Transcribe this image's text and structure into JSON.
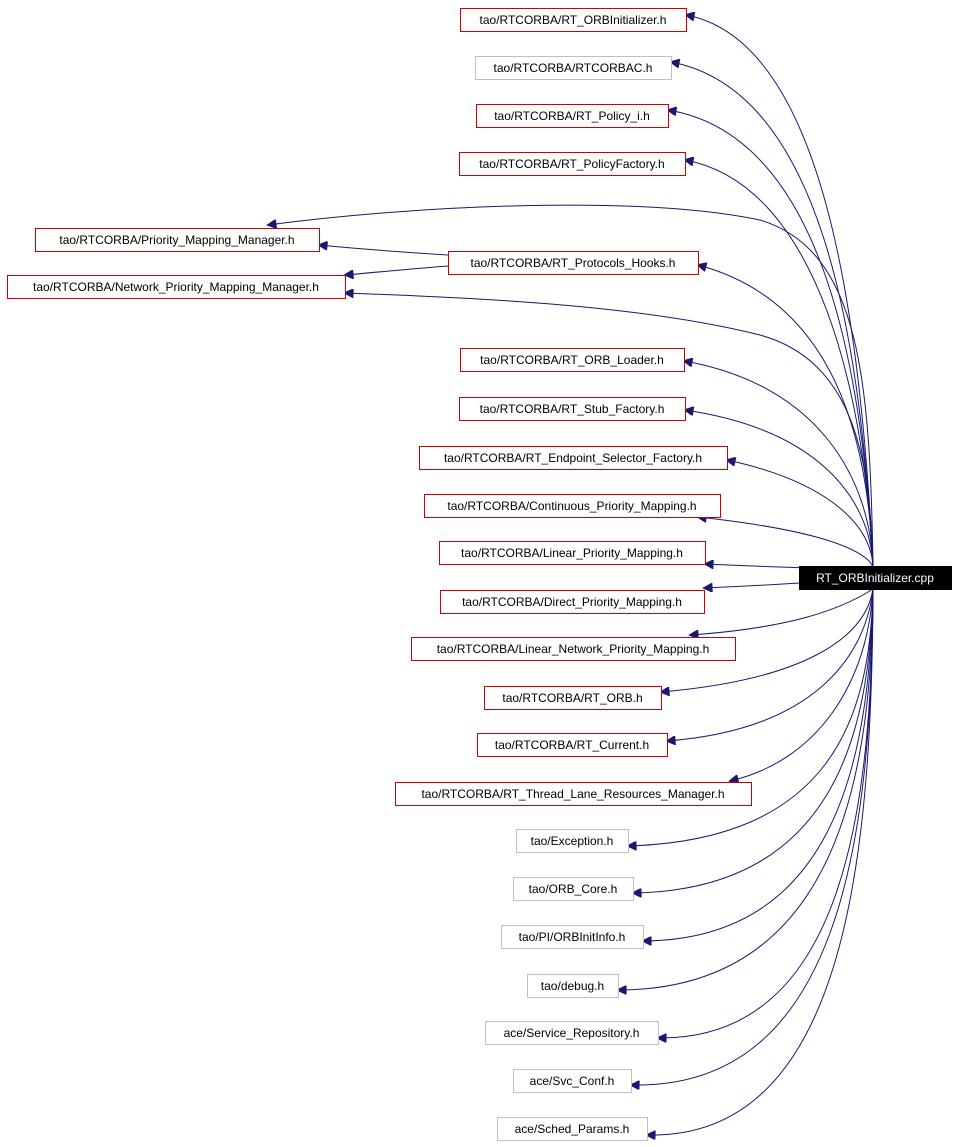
{
  "root": {
    "label": "RT_ORBInitializer.cpp"
  },
  "colors": {
    "edge": "#191970",
    "documented_border": "#cc0000",
    "undocumented_border": "#bfbfbf",
    "root_fill": "#000000",
    "root_text": "#ffffff",
    "text": "#000000"
  },
  "nodes": [
    {
      "id": "n1",
      "label": "tao/RTCORBA/RT_ORBInitializer.h",
      "documented": true
    },
    {
      "id": "n2",
      "label": "tao/RTCORBA/RTCORBAC.h",
      "documented": false
    },
    {
      "id": "n3",
      "label": "tao/RTCORBA/RT_Policy_i.h",
      "documented": true
    },
    {
      "id": "n4",
      "label": "tao/RTCORBA/RT_PolicyFactory.h",
      "documented": true
    },
    {
      "id": "n5",
      "label": "tao/RTCORBA/Priority_Mapping_Manager.h",
      "documented": true
    },
    {
      "id": "n6",
      "label": "tao/RTCORBA/RT_Protocols_Hooks.h",
      "documented": true
    },
    {
      "id": "n7",
      "label": "tao/RTCORBA/Network_Priority_Mapping_Manager.h",
      "documented": true
    },
    {
      "id": "n8",
      "label": "tao/RTCORBA/RT_ORB_Loader.h",
      "documented": true
    },
    {
      "id": "n9",
      "label": "tao/RTCORBA/RT_Stub_Factory.h",
      "documented": true
    },
    {
      "id": "n10",
      "label": "tao/RTCORBA/RT_Endpoint_Selector_Factory.h",
      "documented": true
    },
    {
      "id": "n11",
      "label": "tao/RTCORBA/Continuous_Priority_Mapping.h",
      "documented": true
    },
    {
      "id": "n12",
      "label": "tao/RTCORBA/Linear_Priority_Mapping.h",
      "documented": true
    },
    {
      "id": "n13",
      "label": "tao/RTCORBA/Direct_Priority_Mapping.h",
      "documented": true
    },
    {
      "id": "n14",
      "label": "tao/RTCORBA/Linear_Network_Priority_Mapping.h",
      "documented": true
    },
    {
      "id": "n15",
      "label": "tao/RTCORBA/RT_ORB.h",
      "documented": true
    },
    {
      "id": "n16",
      "label": "tao/RTCORBA/RT_Current.h",
      "documented": true
    },
    {
      "id": "n17",
      "label": "tao/RTCORBA/RT_Thread_Lane_Resources_Manager.h",
      "documented": true
    },
    {
      "id": "n18",
      "label": "tao/Exception.h",
      "documented": false
    },
    {
      "id": "n19",
      "label": "tao/ORB_Core.h",
      "documented": false
    },
    {
      "id": "n20",
      "label": "tao/PI/ORBInitInfo.h",
      "documented": false
    },
    {
      "id": "n21",
      "label": "tao/debug.h",
      "documented": false
    },
    {
      "id": "n22",
      "label": "ace/Service_Repository.h",
      "documented": false
    },
    {
      "id": "n23",
      "label": "ace/Svc_Conf.h",
      "documented": false
    },
    {
      "id": "n24",
      "label": "ace/Sched_Params.h",
      "documented": false
    }
  ],
  "edges": [
    {
      "from": "root",
      "to": "n1"
    },
    {
      "from": "root",
      "to": "n2"
    },
    {
      "from": "root",
      "to": "n3"
    },
    {
      "from": "root",
      "to": "n4"
    },
    {
      "from": "root",
      "to": "n5"
    },
    {
      "from": "root",
      "to": "n6"
    },
    {
      "from": "root",
      "to": "n7"
    },
    {
      "from": "n6",
      "to": "n5"
    },
    {
      "from": "n6",
      "to": "n7"
    },
    {
      "from": "root",
      "to": "n8"
    },
    {
      "from": "root",
      "to": "n9"
    },
    {
      "from": "root",
      "to": "n10"
    },
    {
      "from": "root",
      "to": "n11"
    },
    {
      "from": "root",
      "to": "n12"
    },
    {
      "from": "root",
      "to": "n13"
    },
    {
      "from": "root",
      "to": "n14"
    },
    {
      "from": "root",
      "to": "n15"
    },
    {
      "from": "root",
      "to": "n16"
    },
    {
      "from": "root",
      "to": "n17"
    },
    {
      "from": "root",
      "to": "n18"
    },
    {
      "from": "root",
      "to": "n19"
    },
    {
      "from": "root",
      "to": "n20"
    },
    {
      "from": "root",
      "to": "n21"
    },
    {
      "from": "root",
      "to": "n22"
    },
    {
      "from": "root",
      "to": "n23"
    },
    {
      "from": "root",
      "to": "n24"
    }
  ]
}
